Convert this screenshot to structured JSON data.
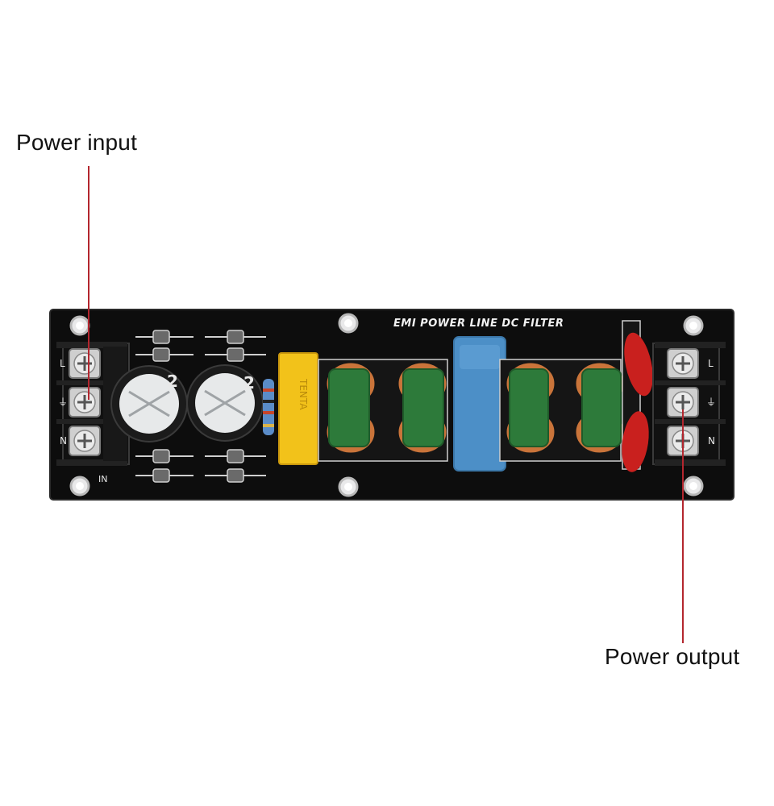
{
  "callouts": {
    "input_label": "Power input",
    "output_label": "Power output"
  },
  "board": {
    "silkscreen_title": "EMI POWER LINE  DC FILTER",
    "input_marks": {
      "L": "L",
      "G": "⏚",
      "N": "N",
      "IN": "IN"
    },
    "output_marks": {
      "L": "L",
      "G": "⏚",
      "N": "N"
    },
    "yellow_cap_text": "TENTA",
    "cap_left_text": "2",
    "cap_right_text": "2"
  },
  "colors": {
    "pcb": "#0c0c0c",
    "callout_line": "#b3262e",
    "inductor_core": "#2d7a3a",
    "copper": "#c9743a",
    "blue_cap": "#4c8fc7",
    "yellow_cap": "#f2c21a",
    "varistor": "#c9201e"
  }
}
